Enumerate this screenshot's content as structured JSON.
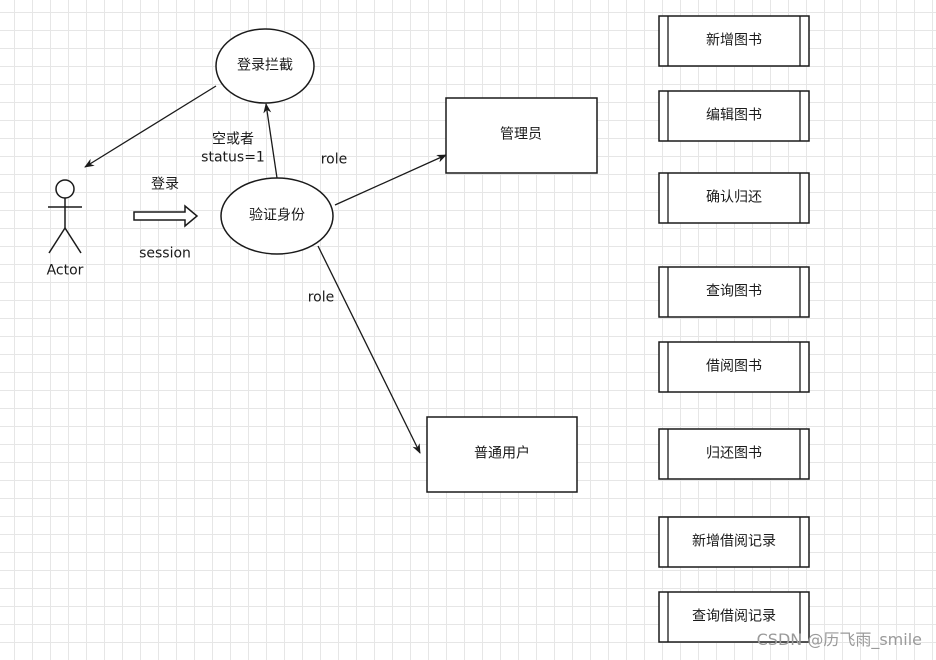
{
  "actor": {
    "label": "Actor"
  },
  "login_arrow": {
    "label_top": "登录",
    "label_bottom": "session"
  },
  "verify": {
    "label": "验证身份"
  },
  "intercept": {
    "label": "登录拦截",
    "condition_line1": "空或者",
    "condition_line2": "status=1"
  },
  "role_admin_label": "role",
  "role_user_label": "role",
  "admin": {
    "label": "管理员"
  },
  "user": {
    "label": "普通用户"
  },
  "functions": [
    {
      "label": "新增图书"
    },
    {
      "label": "编辑图书"
    },
    {
      "label": "确认归还"
    },
    {
      "label": "查询图书"
    },
    {
      "label": "借阅图书"
    },
    {
      "label": "归还图书"
    },
    {
      "label": "新增借阅记录"
    },
    {
      "label": "查询借阅记录"
    }
  ],
  "watermark": "CSDN @历飞雨_smile",
  "colors": {
    "stroke": "#1a1a1a",
    "grid": "#e6e6e6",
    "background": "#ffffff",
    "watermark": "#9a9a9a"
  }
}
